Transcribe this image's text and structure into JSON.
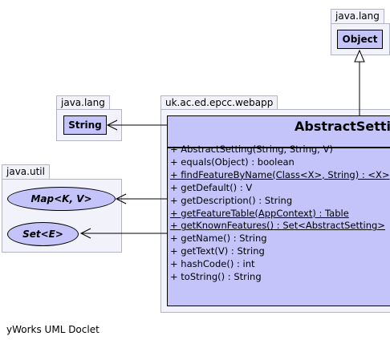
{
  "packages": {
    "object_pkg": "java.lang",
    "string_pkg": "java.lang",
    "util_pkg": "java.util",
    "webapp_pkg": "uk.ac.ed.epcc.webapp"
  },
  "classes": {
    "object": "Object",
    "string": "String",
    "map": "Map<K, V>",
    "set": "Set<E>"
  },
  "main_class": {
    "name": "AbstractSetting",
    "methods": [
      {
        "text": "+ AbstractSetting(String, String, V)",
        "static": false
      },
      {
        "text": "+ equals(Object) : boolean",
        "static": false
      },
      {
        "text": "+ findFeatureByName(Class<X>, String) : <X>",
        "static": true
      },
      {
        "text": "+ getDefault() : V",
        "static": false
      },
      {
        "text": "+ getDescription() : String",
        "static": false
      },
      {
        "text": "+ getFeatureTable(AppContext) : Table",
        "static": true
      },
      {
        "text": "+ getKnownFeatures() : Set<AbstractSetting>",
        "static": true
      },
      {
        "text": "+ getName() : String",
        "static": false
      },
      {
        "text": "+ getText(V) : String",
        "static": false
      },
      {
        "text": "+ hashCode() : int",
        "static": false
      },
      {
        "text": "+ toString() : String",
        "static": false
      }
    ]
  },
  "footer": "yWorks UML Doclet"
}
